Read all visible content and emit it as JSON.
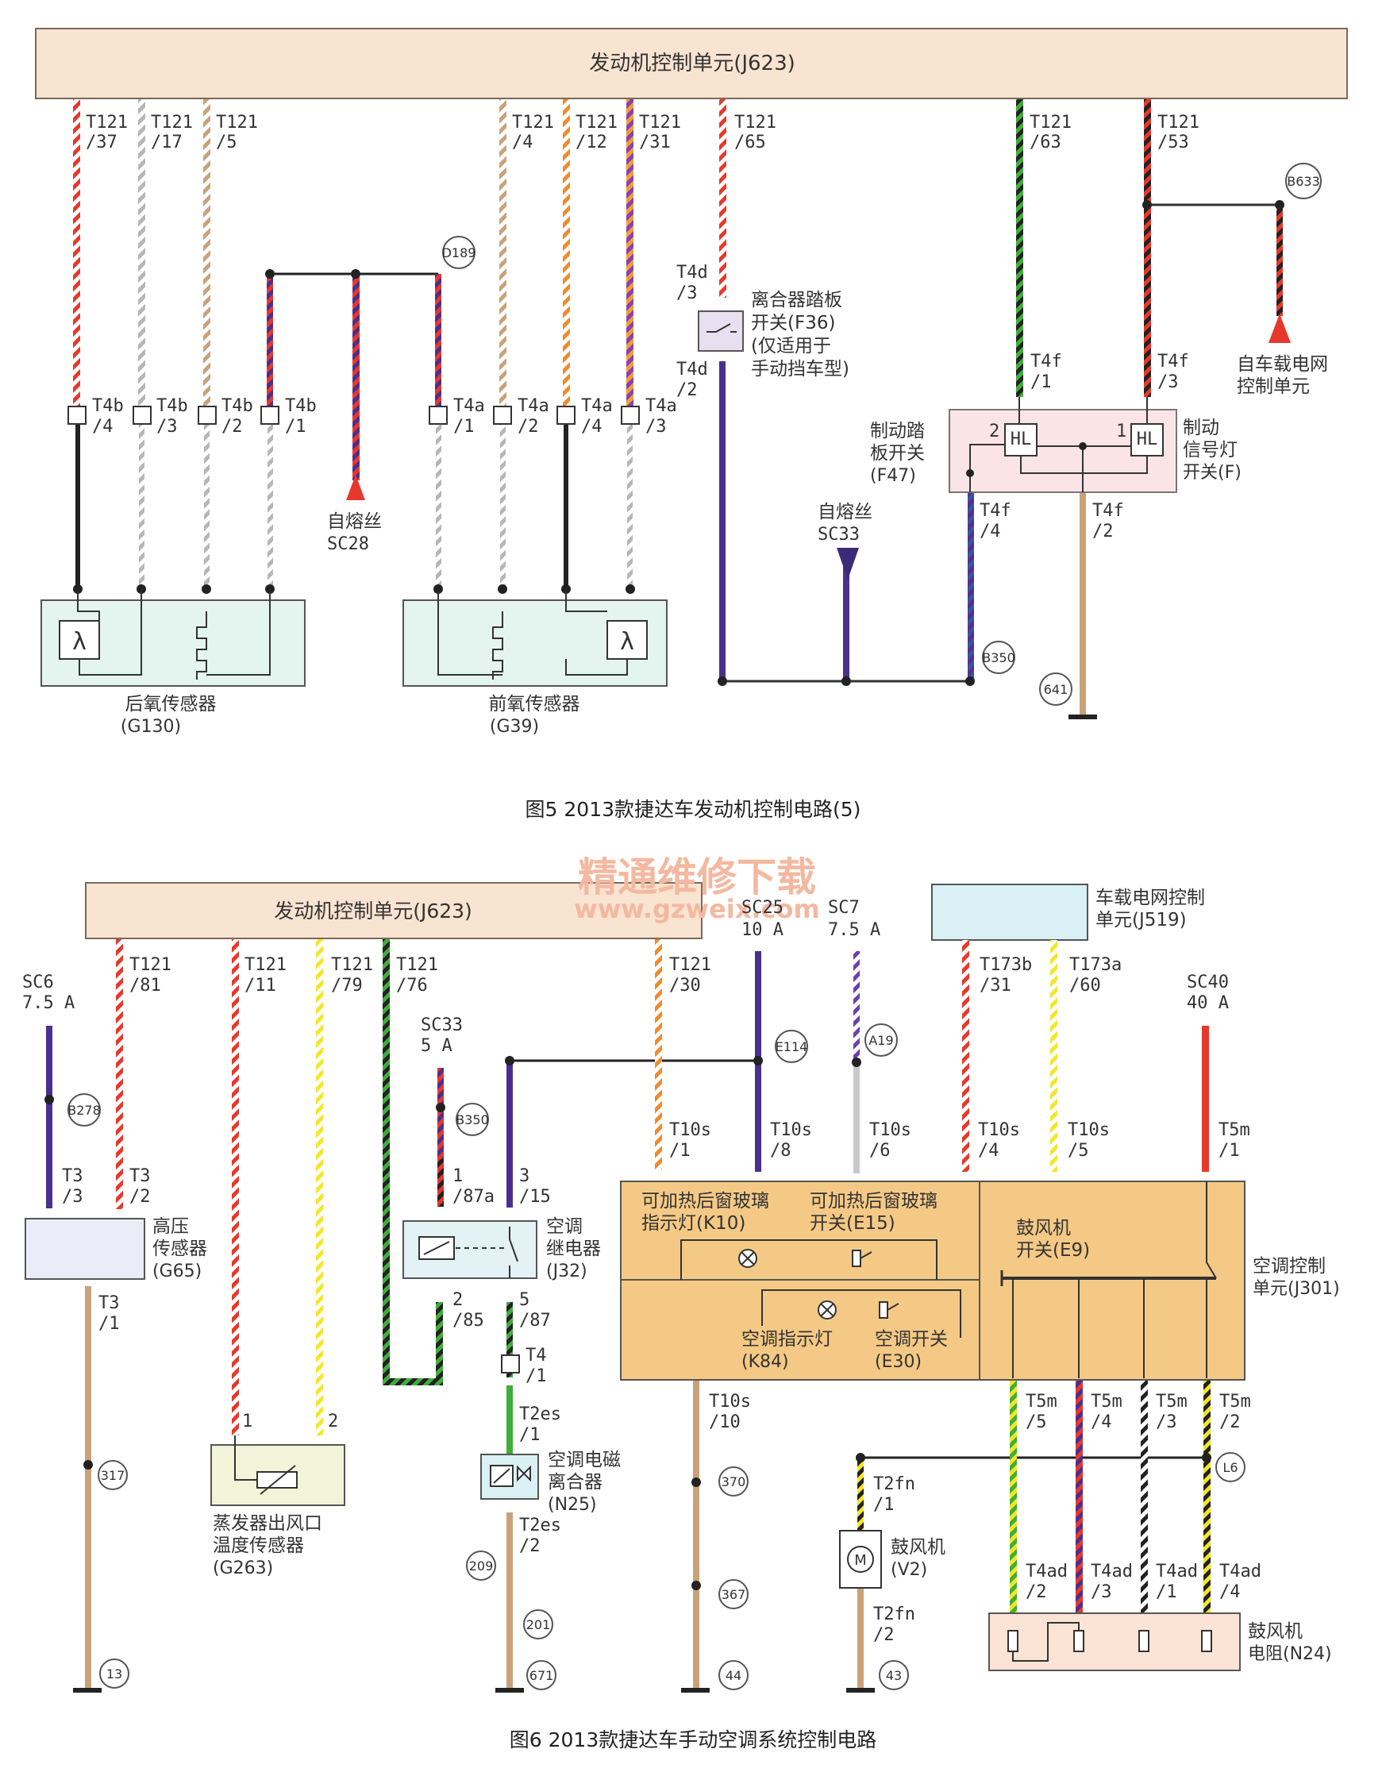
{
  "figure5": {
    "ecu_label": "发动机控制单元(J623)",
    "pins": [
      {
        "conn": "T121",
        "pin": "/37"
      },
      {
        "conn": "T121",
        "pin": "/17"
      },
      {
        "conn": "T121",
        "pin": "/5"
      },
      {
        "conn": "T121",
        "pin": "/4"
      },
      {
        "conn": "T121",
        "pin": "/12"
      },
      {
        "conn": "T121",
        "pin": "/31"
      },
      {
        "conn": "T121",
        "pin": "/65"
      },
      {
        "conn": "T121",
        "pin": "/63"
      },
      {
        "conn": "T121",
        "pin": "/53"
      }
    ],
    "t4b": [
      {
        "conn": "T4b",
        "pin": "/4"
      },
      {
        "conn": "T4b",
        "pin": "/3"
      },
      {
        "conn": "T4b",
        "pin": "/2"
      },
      {
        "conn": "T4b",
        "pin": "/1"
      }
    ],
    "t4a": [
      {
        "conn": "T4a",
        "pin": "/1"
      },
      {
        "conn": "T4a",
        "pin": "/2"
      },
      {
        "conn": "T4a",
        "pin": "/4"
      },
      {
        "conn": "T4a",
        "pin": "/3"
      }
    ],
    "d189": "D189",
    "fuse_sc28": [
      "自熔丝",
      "SC28"
    ],
    "rear_sensor": [
      "后氧传感器",
      "(G130)"
    ],
    "front_sensor": [
      "前氧传感器",
      "(G39)"
    ],
    "t4d_top": [
      "T4d",
      "/3"
    ],
    "t4d_bot": [
      "T4d",
      "/2"
    ],
    "clutch_switch": [
      "离合器踏板",
      "开关(F36)",
      "(仅适用于",
      "手动挡车型)"
    ],
    "fuse_sc33": [
      "自熔丝",
      "SC33"
    ],
    "b350": "B350",
    "b633": "B633",
    "onboard_ctrl": [
      "自车载电网",
      "控制单元"
    ],
    "t4f_1": [
      "T4f",
      "/1"
    ],
    "t4f_3": [
      "T4f",
      "/3"
    ],
    "t4f_4": [
      "T4f",
      "/4"
    ],
    "t4f_2": [
      "T4f",
      "/2"
    ],
    "brake_pedal": [
      "制动踏",
      "板开关",
      "(F47)"
    ],
    "brake_light": [
      "制动",
      "信号灯",
      "开关(F)"
    ],
    "hl": "HL",
    "num_2": "2",
    "num_1": "1",
    "g641": "641",
    "caption": "图5 2013款捷达车发动机控制电路(5)"
  },
  "figure6": {
    "ecu_label": "发动机控制单元(J623)",
    "watermark_cn": "精通维修下载",
    "watermark_url": "www.gzweix.com",
    "sc6": [
      "SC6",
      "7.5 A"
    ],
    "sc25": [
      "SC25",
      "10 A"
    ],
    "sc7": [
      "SC7",
      "7.5 A"
    ],
    "sc33": [
      "SC33",
      "5 A"
    ],
    "sc40": [
      "SC40",
      "40 A"
    ],
    "j519": [
      "车载电网控制",
      "单元(J519)"
    ],
    "pin81": [
      "T121",
      "/81"
    ],
    "pin11": [
      "T121",
      "/11"
    ],
    "pin79": [
      "T121",
      "/79"
    ],
    "pin76": [
      "T121",
      "/76"
    ],
    "pin30": [
      "T121",
      "/30"
    ],
    "t173b": [
      "T173b",
      "/31"
    ],
    "t173a": [
      "T173a",
      "/60"
    ],
    "b278": "B278",
    "b350": "B350",
    "e114": "E114",
    "a19": "A19",
    "t3_3": [
      "T3",
      "/3"
    ],
    "t3_2": [
      "T3",
      "/2"
    ],
    "t3_1": [
      "T3",
      "/1"
    ],
    "hp_sensor": [
      "高压",
      "传感器",
      "(G65)"
    ],
    "relay_pins": {
      "p1": "1",
      "p87a": "/87a",
      "p3": "3",
      "p15": "/15",
      "p2": "2",
      "p85": "/85",
      "p5": "5",
      "p87": "/87"
    },
    "relay": [
      "空调",
      "继电器",
      "(J32)"
    ],
    "t10s_1": [
      "T10s",
      "/1"
    ],
    "t10s_8": [
      "T10s",
      "/8"
    ],
    "t10s_6": [
      "T10s",
      "/6"
    ],
    "t10s_4": [
      "T10s",
      "/4"
    ],
    "t10s_5": [
      "T10s",
      "/5"
    ],
    "t10s_10": [
      "T10s",
      "/10"
    ],
    "t5m_1": [
      "T5m",
      "/1"
    ],
    "k10": [
      "可加热后窗玻璃",
      "指示灯(K10)"
    ],
    "e15": [
      "可加热后窗玻璃",
      "开关(E15)"
    ],
    "k84": [
      "空调指示灯",
      "(K84)"
    ],
    "e30": [
      "空调开关",
      "(E30)"
    ],
    "e9": [
      "鼓风机",
      "开关(E9)"
    ],
    "j301": [
      "空调控制",
      "单元(J301)"
    ],
    "t4_1": [
      "T4",
      "/1"
    ],
    "t2es_1": [
      "T2es",
      "/1"
    ],
    "t2es_2": [
      "T2es",
      "/2"
    ],
    "n25": [
      "空调电磁",
      "离合器",
      "(N25)"
    ],
    "g263_pins": [
      "1",
      "2"
    ],
    "g263": [
      "蒸发器出风口",
      "温度传感器",
      "(G263)"
    ],
    "t2fn_1": [
      "T2fn",
      "/1"
    ],
    "t2fn_2": [
      "T2fn",
      "/2"
    ],
    "v2": [
      "鼓风机",
      "(V2)"
    ],
    "motor": "M",
    "t5m_low": [
      [
        "T5m",
        "/5"
      ],
      [
        "T5m",
        "/4"
      ],
      [
        "T5m",
        "/3"
      ],
      [
        "T5m",
        "/2"
      ]
    ],
    "t4ad": [
      [
        "T4ad",
        "/2"
      ],
      [
        "T4ad",
        "/3"
      ],
      [
        "T4ad",
        "/1"
      ],
      [
        "T4ad",
        "/4"
      ]
    ],
    "n24": [
      "鼓风机",
      "电阻(N24)"
    ],
    "l6": "L6",
    "grounds": [
      "317",
      "13",
      "209",
      "201",
      "671",
      "370",
      "367",
      "44",
      "43"
    ],
    "caption": "图6 2013款捷达车手动空调系统控制电路"
  }
}
